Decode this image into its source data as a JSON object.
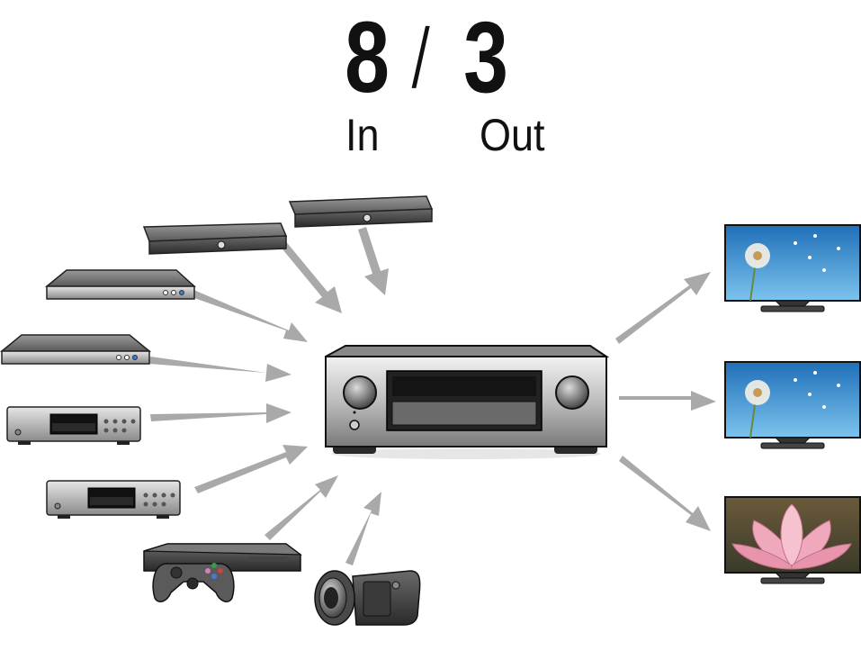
{
  "header": {
    "inputs_count": "8",
    "separator": "/",
    "outputs_count": "3",
    "inputs_label": "In",
    "outputs_label": "Out"
  },
  "icons": {
    "sources": [
      "set-top-box-icon",
      "set-top-box-icon",
      "blu-ray-player-icon",
      "blu-ray-player-icon",
      "cd-player-icon",
      "cd-player-icon",
      "game-console-icon",
      "camcorder-icon"
    ],
    "hub": "av-receiver-icon",
    "outputs": [
      "tv-icon",
      "tv-icon",
      "tv-icon"
    ]
  },
  "colors": {
    "text": "#111111",
    "arrow": "#9a9a9a",
    "screen_sky": "#3a8fd0",
    "screen_flower": "#e8a0b0"
  }
}
